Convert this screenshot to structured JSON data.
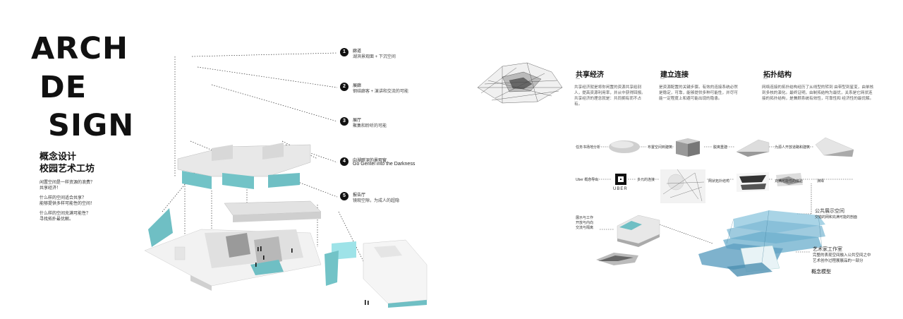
{
  "left": {
    "title_lines": [
      "ARCH",
      "DE",
      "SIGN"
    ],
    "cn_title_lines": [
      "概念设计",
      "校园艺术工坊"
    ],
    "questions": [
      [
        "闲置空间是一样资源的浪费？",
        "共享经济！"
      ],
      [
        "什么样的空间适合共享？",
        "能够提供多样可能性的空间！"
      ],
      [
        "什么样的空间充满可能性？",
        "寻找拓扑最优解。"
      ]
    ]
  },
  "steps": [
    {
      "num": "1",
      "title": "廊道",
      "desc": "湖滨景观面 + 下沉空间"
    },
    {
      "num": "2",
      "title": "展廊",
      "desc": "钢结廊客 + 演讲和交流的可能"
    },
    {
      "num": "3",
      "title": "展厅",
      "desc": "聚集和聆听的可能"
    },
    {
      "num": "4",
      "title": "向湖畔深的景观窗",
      "desc": "Go Gentel into the Darkness"
    },
    {
      "num": "5",
      "title": "报告厅",
      "desc": "镜观空隙，为成人的超隐"
    }
  ],
  "right": {
    "sections": [
      {
        "title": "共享经济",
        "dash": "—",
        "body": "共享经济就是将你闲置的资源共享给别人，提高资源利用率，并从中获得回报。共享经济的理念就是：共同拥有而不占有。"
      },
      {
        "title": "建立连接",
        "dash": "—",
        "body": "是资源配置的关键步骤。有效的连接系统必然是稳定，可靠，能够提供多种可能性，并尽可能一定程度上和避可能出现的隐患。"
      },
      {
        "title": "拓扑结构",
        "dash": "—",
        "body": "网络连接的拓扑结构经历了从线型的转到 由带型到星变，由单核到多核的演化。最终证明，由制拓结构为最优，关系是它网状连接的拓扑结构，是兼顾系统有效性，可靠性和 经济性的最优解。"
      }
    ],
    "row1_labels": [
      "任务书场地分析",
      "布置空间到建筑",
      "脱离重建",
      "为源人开放道路和建筑"
    ],
    "row2_labels": [
      "Uber 概念导出",
      "多元的连接",
      "网状拓扑结构",
      "充满可能性的体验",
      "演绎"
    ],
    "uber_text": "UBER",
    "mid_left_label": [
      "展示与工作",
      "开放与内向",
      "交流与隔离"
    ],
    "public_label": [
      "公共展示空间",
      "交错的网和充满可能的剖面"
    ],
    "artist_label": [
      "艺术家工作室",
      "完整的表现空间融入公共空间之中",
      "艺术创作过程展展品的一部分"
    ],
    "model_label": "概念模型"
  }
}
